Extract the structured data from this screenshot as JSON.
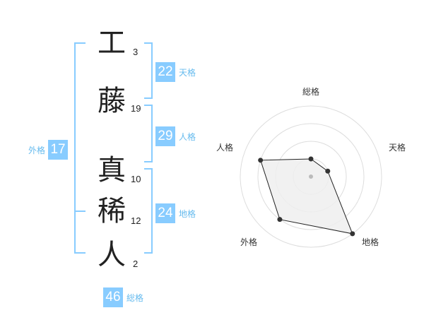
{
  "colors": {
    "accent": "#88ccff",
    "label": "#66bbee",
    "bracket": "#88ccff",
    "ring": "#dddddd",
    "polygon_fill": "#eeeeee",
    "polygon_stroke": "#222222",
    "point": "#333333",
    "center_dot": "#bbbbbb"
  },
  "name": {
    "characters": [
      {
        "char": "工",
        "strokes": "3"
      },
      {
        "char": "藤",
        "strokes": "19"
      },
      {
        "char": "真",
        "strokes": "10"
      },
      {
        "char": "稀",
        "strokes": "12"
      },
      {
        "char": "人",
        "strokes": "2"
      }
    ]
  },
  "fortune": {
    "tenkaku": {
      "value": "22",
      "label": "天格"
    },
    "jinkaku": {
      "value": "29",
      "label": "人格"
    },
    "chikaku": {
      "value": "24",
      "label": "地格"
    },
    "gaikaku": {
      "value": "17",
      "label": "外格"
    },
    "soukaku": {
      "value": "46",
      "label": "総格"
    }
  },
  "chart_data": {
    "type": "radar",
    "axes": [
      "総格",
      "天格",
      "地格",
      "外格",
      "人格"
    ],
    "levels": 4,
    "max": 4,
    "values": [
      1,
      1,
      4,
      3,
      3
    ]
  }
}
